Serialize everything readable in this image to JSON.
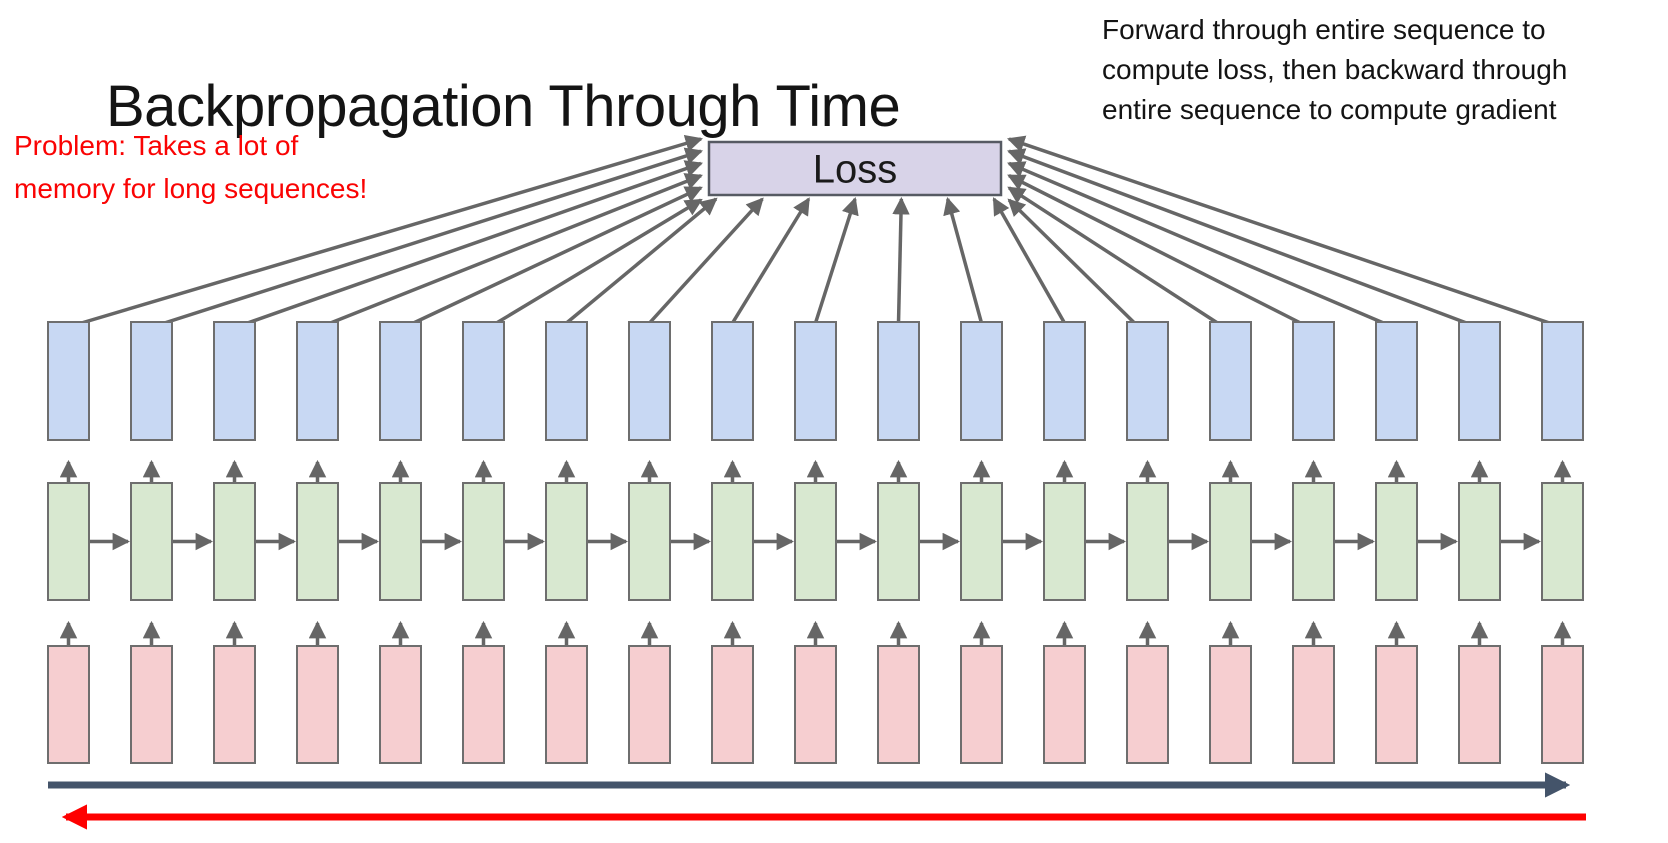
{
  "title": {
    "text": "Backpropagation Through Time"
  },
  "note": {
    "lines": [
      "Forward through entire sequence to",
      "compute loss, then backward through",
      "entire sequence to compute gradient"
    ]
  },
  "problem": {
    "lines": [
      "Problem: Takes a lot of",
      "memory for long sequences!"
    ]
  },
  "loss": {
    "label": "Loss"
  },
  "diagram": {
    "timesteps": 19,
    "layers": [
      {
        "name": "input",
        "fill": "#f6ced0"
      },
      {
        "name": "hidden",
        "fill": "#d8e8d0"
      },
      {
        "name": "output",
        "fill": "#c8d8f3"
      }
    ],
    "box_stroke": "#6e6e6e",
    "arrow_color": "#666666",
    "loss_box": {
      "fill": "#d8d3e8",
      "stroke": "#565a63",
      "text_color": "#1a1a1a"
    },
    "forward_arrow_color": "#44546a",
    "backward_arrow_color": "#fe0000",
    "hidden_recurrent": true
  }
}
